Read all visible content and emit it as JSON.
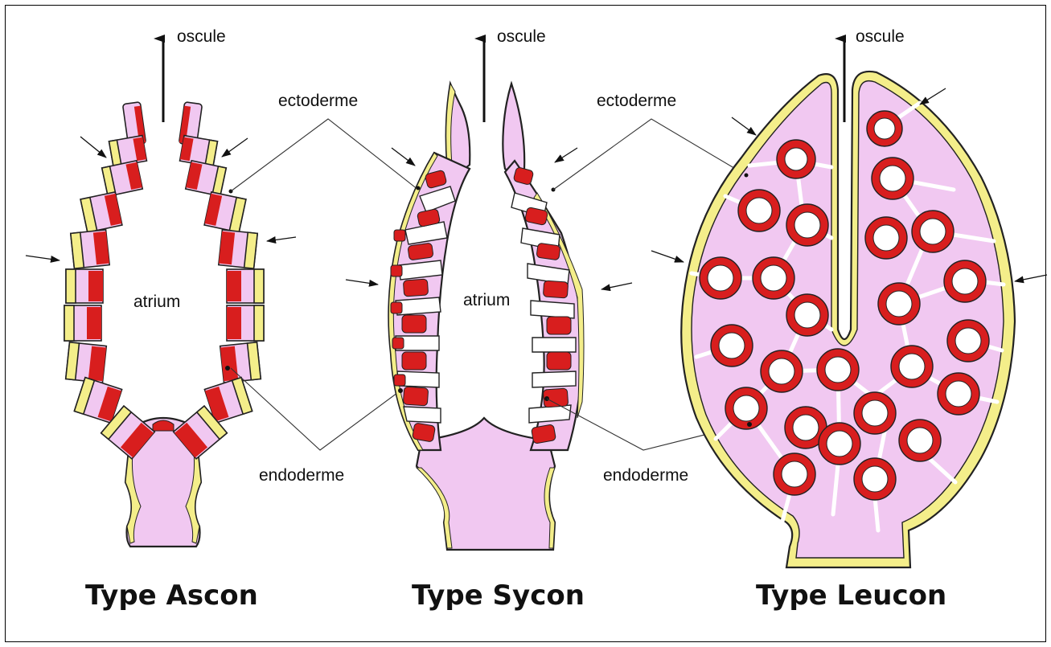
{
  "colors": {
    "mesohyl": "#f1c8f1",
    "ectoderm": "#f4ee8a",
    "choanocyte": "#d81e1e",
    "outline": "#222222",
    "canal": "#ffffff"
  },
  "diagrams": [
    {
      "id": "ascon",
      "title": "Type Ascon",
      "labels": {
        "osculum": "oscule",
        "ectoderm": "ectoderme",
        "endoderm": "endoderme",
        "cavity": "atrium"
      }
    },
    {
      "id": "sycon",
      "title": "Type Sycon",
      "labels": {
        "osculum": "oscule",
        "ectoderm": "ectoderme",
        "endoderm": "endoderme",
        "cavity": "atrium"
      }
    },
    {
      "id": "leucon",
      "title": "Type Leucon",
      "labels": {
        "osculum": "oscule",
        "ectoderm": "ectoderme",
        "endoderm": "endoderme"
      }
    }
  ]
}
